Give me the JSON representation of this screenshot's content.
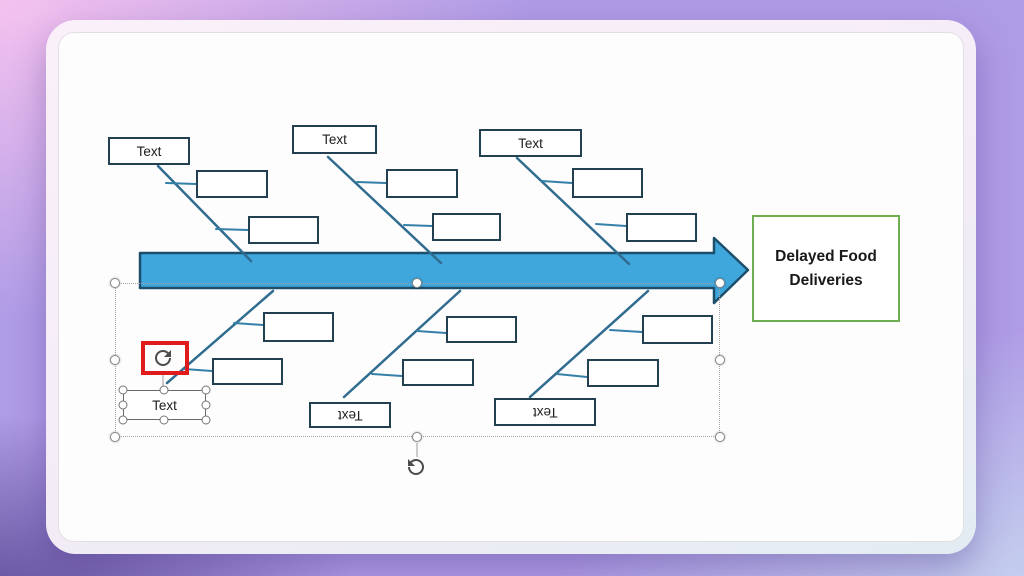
{
  "slide": {
    "effect_box": {
      "label": "Delayed Food Deliveries"
    },
    "top_branches": [
      {
        "label": "Text"
      },
      {
        "label": "Text"
      },
      {
        "label": "Text"
      }
    ],
    "bottom_branches": [
      {
        "label": "Text"
      },
      {
        "label": "Text"
      },
      {
        "label": "Text"
      }
    ]
  },
  "icons": {
    "shape_rotate_handle": "rotate-cw-icon",
    "group_rotate_handle": "rotate-ccw-icon"
  },
  "colors": {
    "spine_arrow_fill": "#3FA7DC",
    "spine_arrow_stroke": "#1D4E6B",
    "branch_line": "#2F6C8F",
    "connector_line": "#3580A8",
    "shape_border": "#22404F",
    "effect_border": "#6FAF52",
    "highlight": "#E01B1B",
    "handle_stroke": "#8A8A8A",
    "background_top_left": "#F5C2EF",
    "background_bottom_left": "#51408C",
    "background_bottom_right": "#C7D6EF",
    "card_background": "#FDFDFD"
  }
}
